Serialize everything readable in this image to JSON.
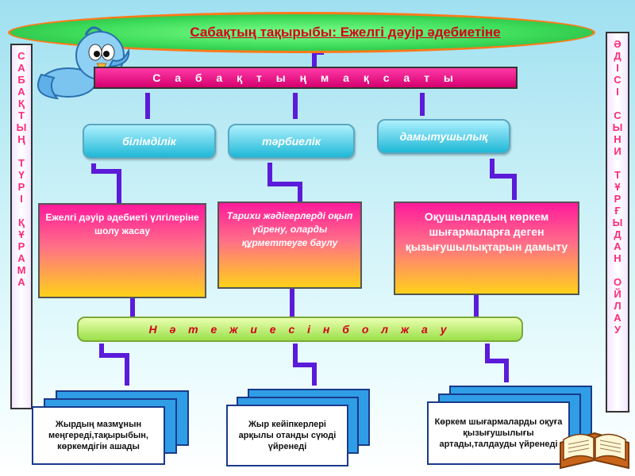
{
  "title": "Сабақтың тақырыбы: Ежелгі дәуір әдебиетіне",
  "purpose_label": "С а б а қ т ы ң      м а қ с а т ы",
  "left_side_letters": [
    "С",
    "А",
    "Б",
    "А",
    "Қ",
    "Т",
    "Ы",
    "Ң",
    " ",
    "Т",
    "Ү",
    "Р",
    "І",
    " ",
    "Қ",
    "Ұ",
    "Р",
    "А",
    "М",
    "А"
  ],
  "right_side_letters": [
    "Ә",
    "Д",
    "І",
    "С",
    "І",
    " ",
    "С",
    "Ы",
    "Н",
    "И",
    " ",
    "Т",
    "Ұ",
    "Р",
    "Ғ",
    "Ы",
    "Д",
    "А",
    "Н",
    " ",
    "О",
    "Й",
    "Л",
    "А",
    "У"
  ],
  "categories": [
    "білімділік",
    "тәрбиелік",
    "дамытушылық"
  ],
  "goals": [
    "Ежелгі дәуір әдебиеті үлгілеріне шолу жасау",
    "Тарихи жәдігерлерді оқып үйрену, оларды құрметтеуге баулу",
    "Оқушылардың көркем шығармаларға деген қызығушылықтарын дамыту"
  ],
  "result_label": "Н ә т е ж и е с і н   б о л ж а у",
  "outcomes": [
    "Жырдың мазмұнын меңгереді,тақырыбын, көркемдігін ашады",
    "Жыр кейіпкерлері арқылы отанды сүюді үйренеді",
    "Көркем шығармаларды оқуға қызығушылығы артады,талдауды үйренеді"
  ],
  "icons": [
    "bird-icon",
    "book-icon"
  ],
  "colors": {
    "accent_red": "#d4001a",
    "connector": "#5b1bd9",
    "side_text": "#ff2a7a"
  }
}
